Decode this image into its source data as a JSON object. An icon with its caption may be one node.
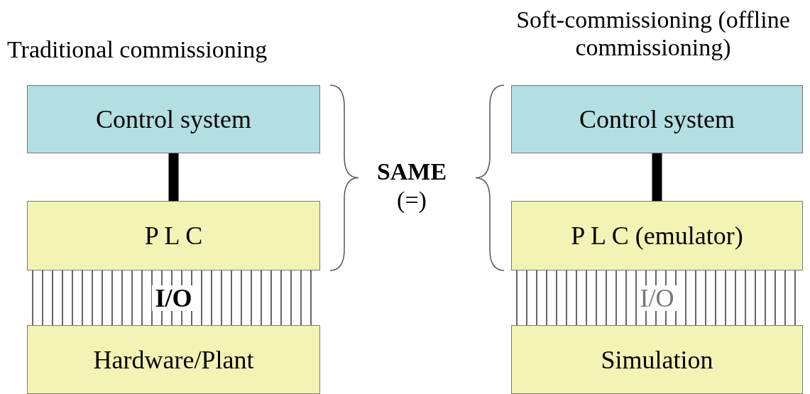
{
  "diagram": {
    "nodes": [
      {
        "text": [
          "Control system"
        ]
      },
      {
        "text": [
          "P L C"
        ]
      },
      {
        "text": [
          "I/O"
        ]
      },
      {
        "text": [
          "Hardware/Plant"
        ]
      },
      {
        "text": [
          "Control system"
        ]
      },
      {
        "text": [
          "P L C (emulator)"
        ]
      },
      {
        "text": [
          "I/O"
        ]
      },
      {
        "text": [
          "Simulation"
        ]
      }
    ],
    "edges": [
      {
        "from": 0,
        "to": 1,
        "arrow": "none"
      },
      {
        "from": 4,
        "to": 5,
        "arrow": "none"
      }
    ],
    "labels": [
      "Traditional commissioning",
      "Soft-commissioning (offline commissioning)",
      "SAME",
      "(=)"
    ]
  }
}
